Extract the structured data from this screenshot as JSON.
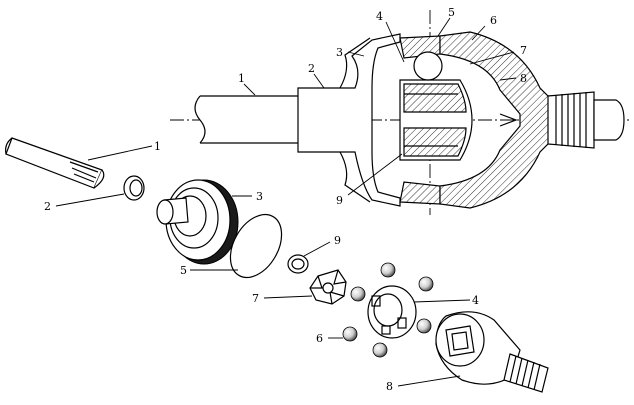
{
  "callouts": {
    "top": [
      "1",
      "2",
      "3",
      "4",
      "5",
      "6",
      "7",
      "8",
      "9"
    ],
    "exploded": [
      "1",
      "2",
      "3",
      "4",
      "5",
      "6",
      "7",
      "8",
      "9"
    ]
  }
}
